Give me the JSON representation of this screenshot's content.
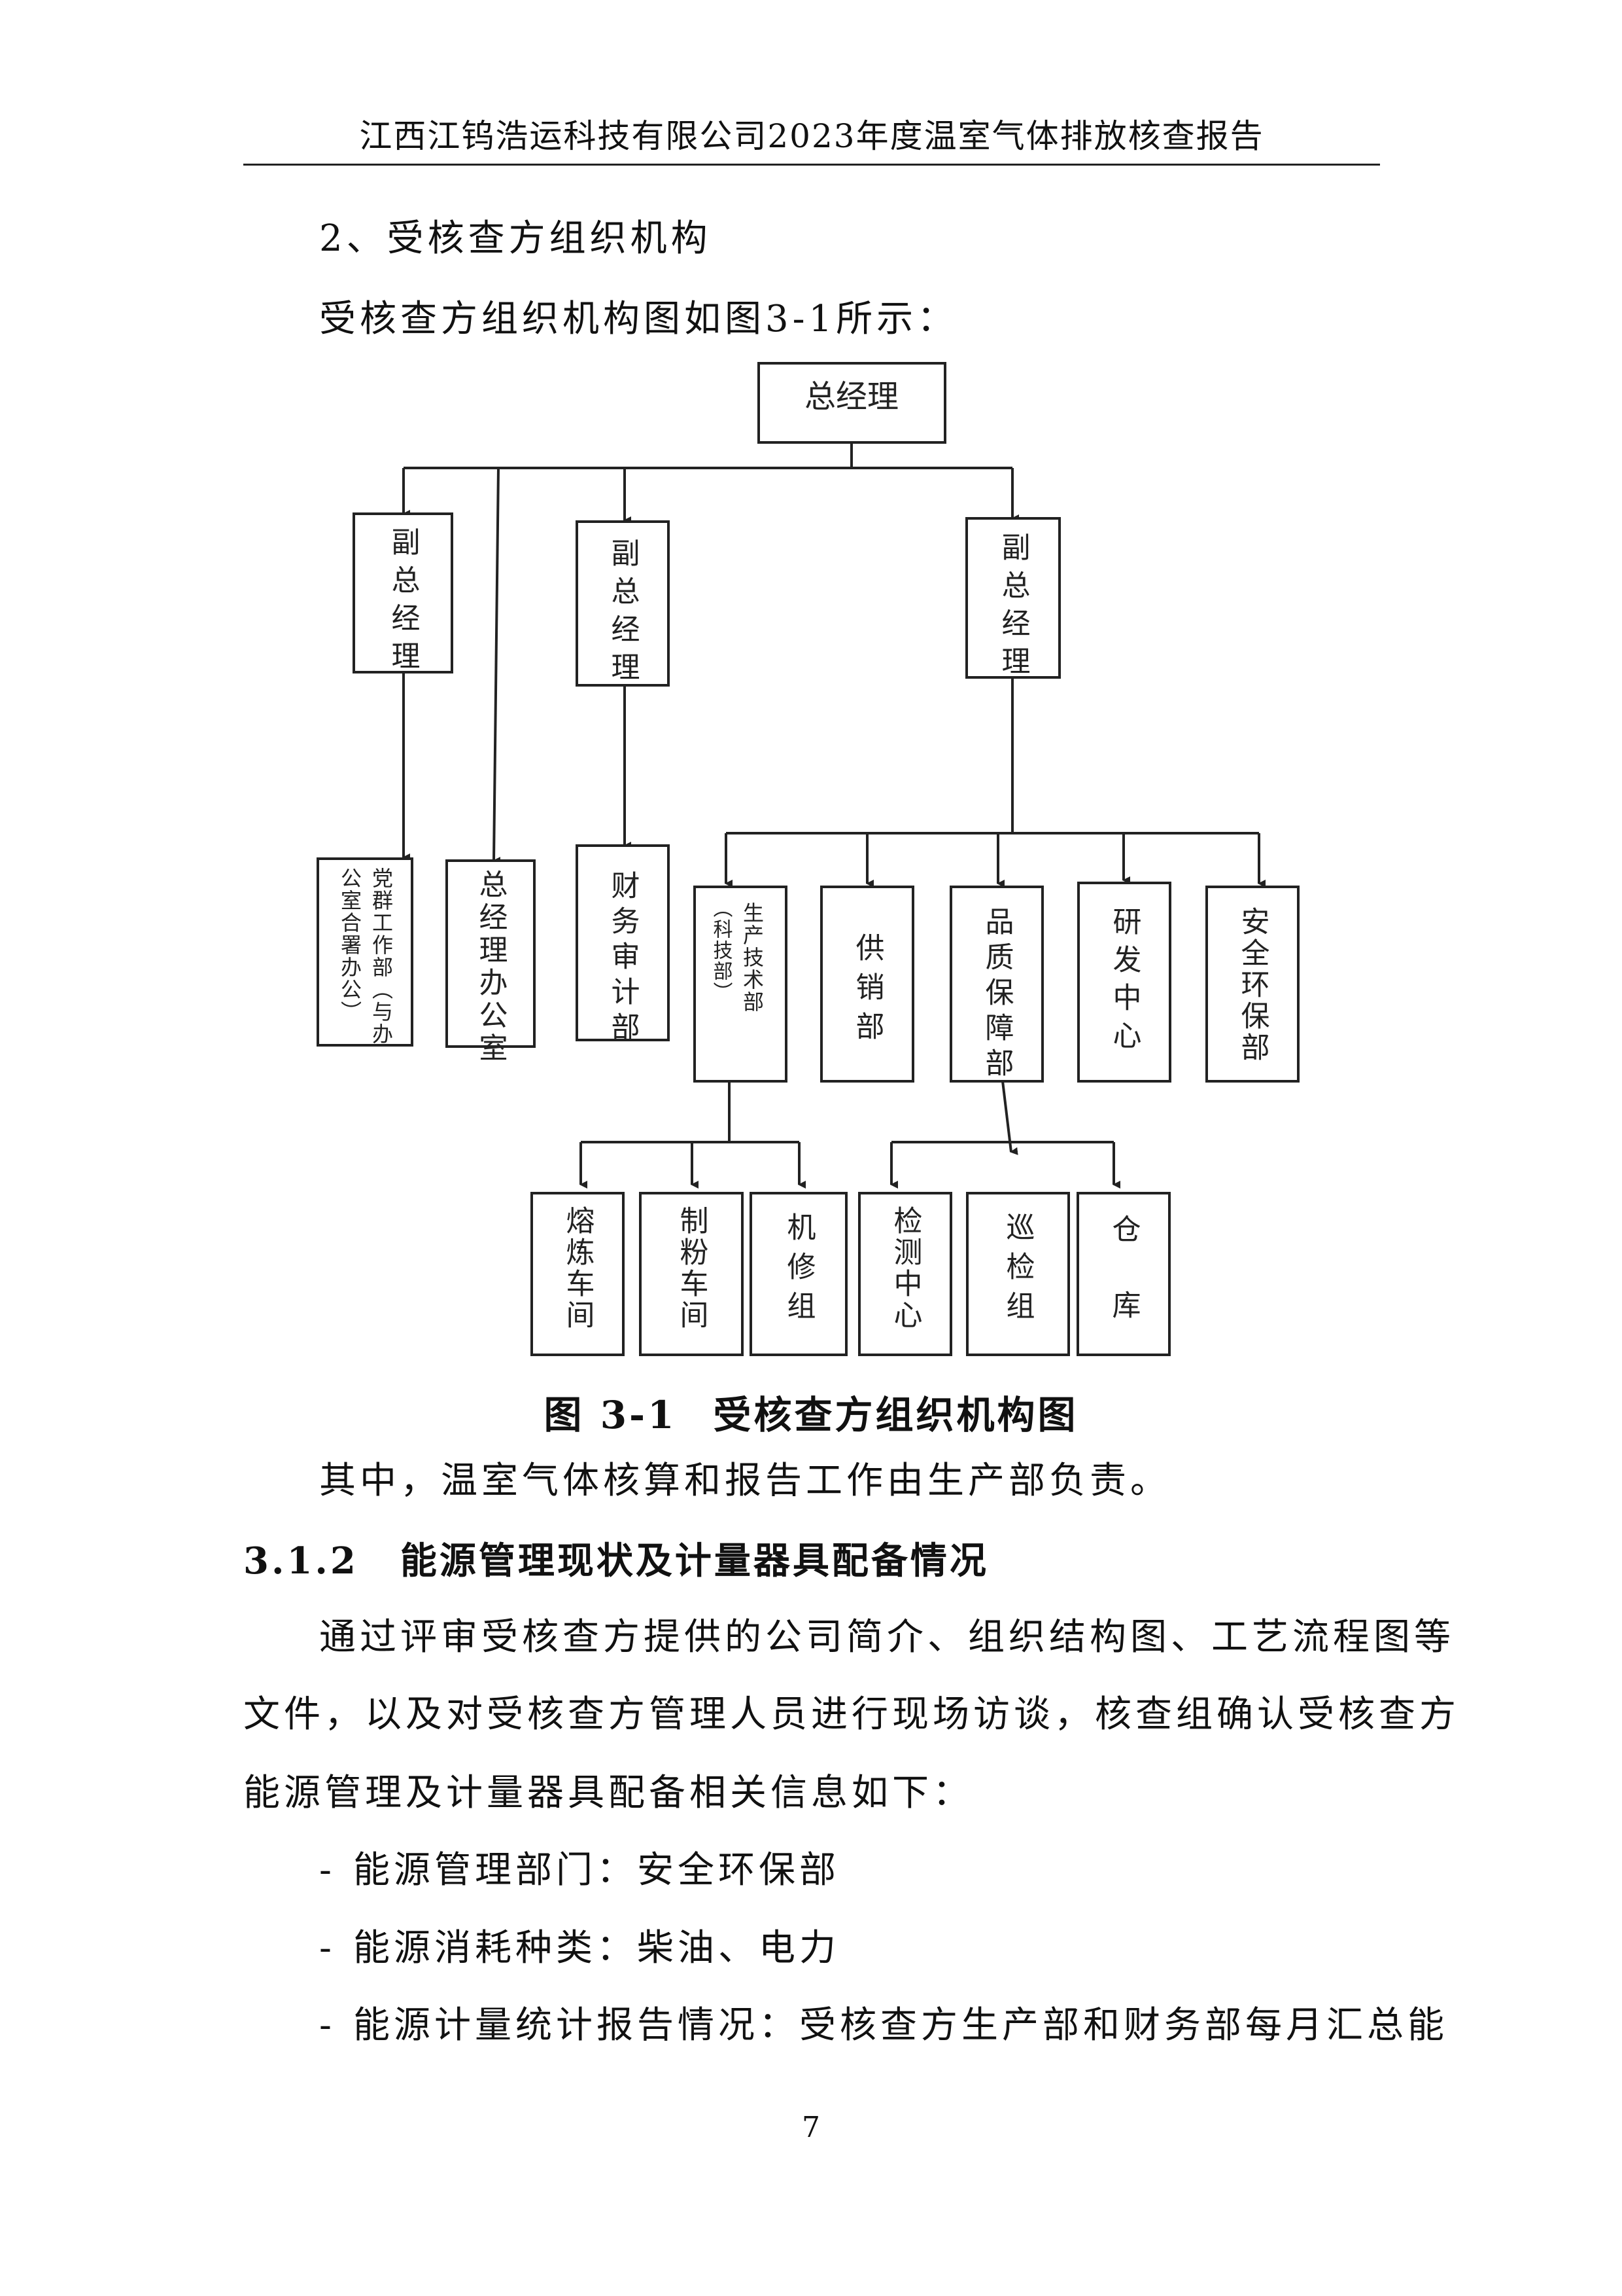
{
  "header": {
    "title": "江西江钨浩运科技有限公司2023年度温室气体排放核查报告"
  },
  "section": {
    "heading": "2、受核查方组织机构",
    "intro": "受核查方组织机构图如图3-1所示："
  },
  "org_chart": {
    "root": "总经理",
    "vp_left": "副总经理",
    "vp_mid": "副总经理",
    "vp_right": "副总经理",
    "dept_party_col1": "党群工作部（与办",
    "dept_party_col2": "公室合署办公）",
    "dept_gm_office": "总经理办公室",
    "dept_finance": "财务审计部",
    "dept_production_col1": "生产技术部",
    "dept_production_col2": "（科技部）",
    "dept_supply": "供销部",
    "dept_quality": "品质保障部",
    "dept_rd": "研发中心",
    "dept_safety": "安全环保部",
    "unit_smelting": "熔炼车间",
    "unit_powder": "制粉车间",
    "unit_repair": "机修组",
    "unit_testing": "检测中心",
    "unit_inspection": "巡检组",
    "unit_warehouse": "仓库"
  },
  "figure": {
    "number": "图 3-1",
    "title": "受核查方组织机构图"
  },
  "body": {
    "responsibility": "其中，温室气体核算和报告工作由生产部负责。",
    "section_number": "3.1.2",
    "section_title": "能源管理现状及计量器具配备情况",
    "para_line1": "通过评审受核查方提供的公司简介、组织结构图、工艺流程图等",
    "para_line2": "文件，以及对受核查方管理人员进行现场访谈，核查组确认受核查方",
    "para_line3": "能源管理及计量器具配备相关信息如下：",
    "list": [
      {
        "dash": "-",
        "text": "能源管理部门：安全环保部"
      },
      {
        "dash": "-",
        "text": "能源消耗种类：柴油、电力"
      },
      {
        "dash": "-",
        "text": "能源计量统计报告情况：受核查方生产部和财务部每月汇总能"
      }
    ]
  },
  "page_number": "7"
}
